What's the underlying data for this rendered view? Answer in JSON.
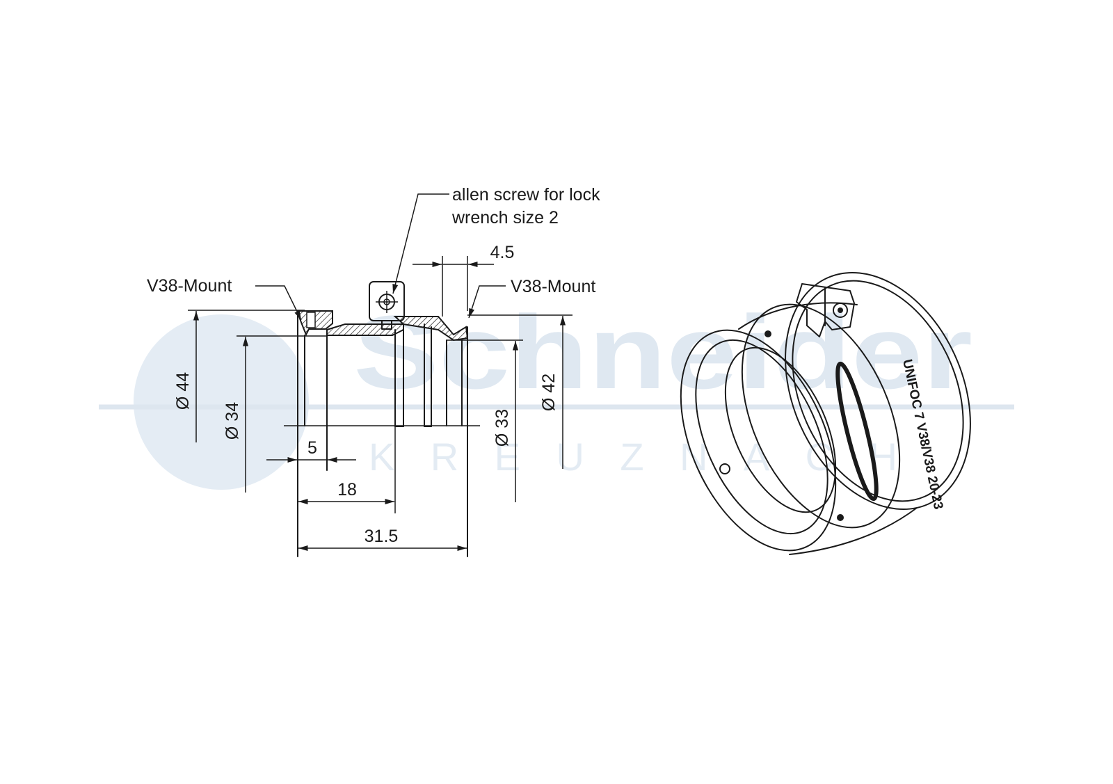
{
  "watermark": {
    "brand": "Schneider",
    "sub": "KREUZNACH",
    "color": "#dfe8f1"
  },
  "callouts": {
    "screw_line1": "allen screw for lock",
    "screw_line2": "wrench size 2",
    "mount_left": "V38-Mount",
    "mount_right": "V38-Mount"
  },
  "dimensions": {
    "d44": "Ø 44",
    "d34": "Ø 34",
    "d33": "Ø 33",
    "d42": "Ø 42",
    "len5": "5",
    "len18": "18",
    "len31_5": "31.5",
    "len4_5": "4.5"
  },
  "engraving": "UNIFOC 7 V38/V38 20-23",
  "line_color": "#1a1a1a"
}
